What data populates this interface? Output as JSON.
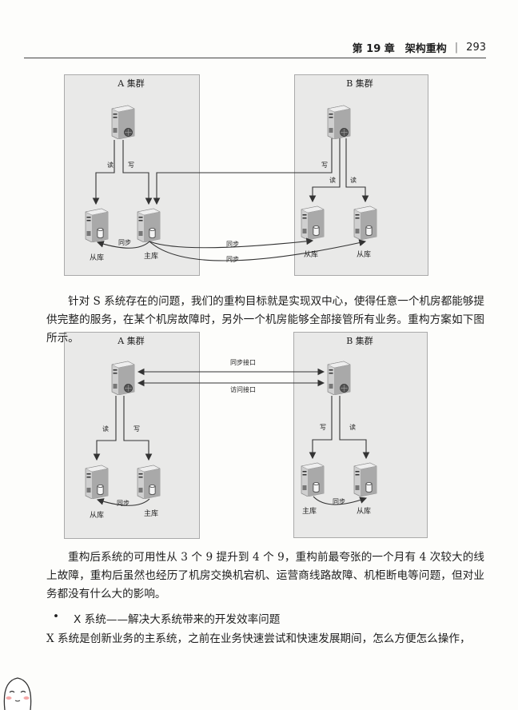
{
  "header": {
    "chapter": "第 19 章　架构重构",
    "separator": "|",
    "page_number": "293"
  },
  "diagram1": {
    "cluster_a": "A 集群",
    "cluster_b": "B 集群",
    "read": "读",
    "write": "写",
    "sync": "同步",
    "master": "主库",
    "slave": "从库"
  },
  "paragraph1": "针对 S 系统存在的问题，我们的重构目标就是实现双中心，使得任意一个机房都能够提供完整的服务，在某个机房故障时，另外一个机房能够全部接管所有业务。重构方案如下图所示。",
  "diagram2": {
    "cluster_a": "A 集群",
    "cluster_b": "B 集群",
    "sync_interface": "同步接口",
    "access_interface": "访问接口",
    "read": "读",
    "write": "写",
    "sync": "同步",
    "master": "主库",
    "slave": "从库"
  },
  "paragraph2": "重构后系统的可用性从 3 个 9 提升到 4 个 9，重构前最夸张的一个月有 4 次较大的线上故障，重构后虽然也经历了机房交换机宕机、运营商线路故障、机柜断电等问题，但对业务都没有什么大的影响。",
  "bullet": {
    "marker": "•",
    "text": "X 系统——解决大系统带来的开发效率问题"
  },
  "paragraph3": "X 系统是创新业务的主系统，之前在业务快速尝试和快速发展期间，怎么方便怎么操作，"
}
